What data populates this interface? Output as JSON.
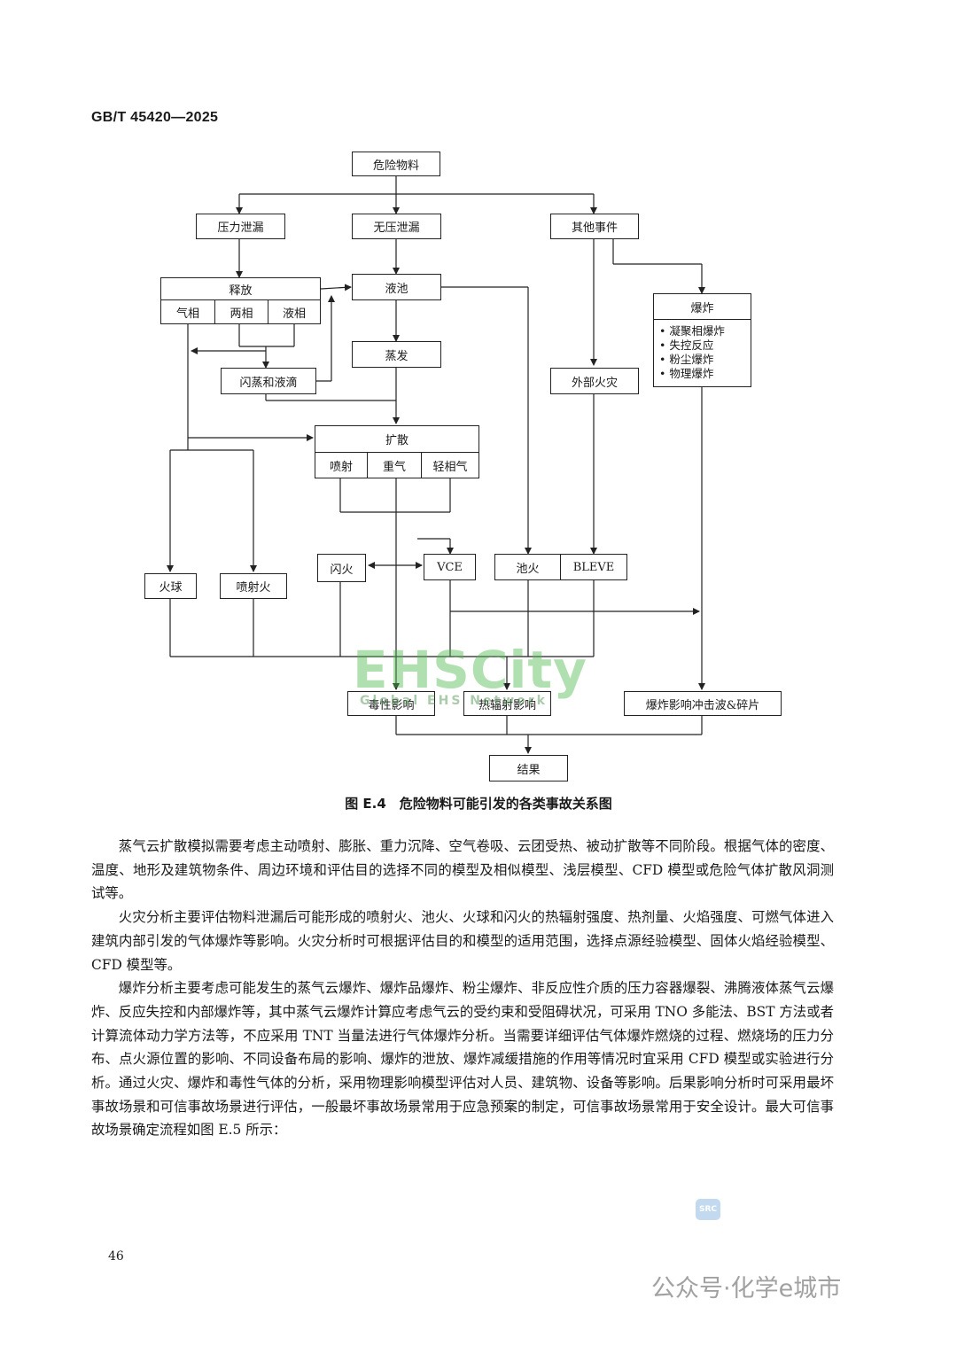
{
  "header": {
    "standard": "GB/T 45420—2025"
  },
  "flowchart": {
    "source": "危险物料",
    "pressure_leak": "压力泄漏",
    "nonpressure_leak": "无压泄漏",
    "other_events": "其他事件",
    "release": {
      "title": "释放",
      "cells": [
        "气相",
        "两相",
        "液相"
      ]
    },
    "pool": "液池",
    "evaporation": "蒸发",
    "flash": "闪蒸和液滴",
    "explosion": {
      "title": "爆炸",
      "items": [
        "凝聚相爆炸",
        "失控反应",
        "粉尘爆炸",
        "物理爆炸"
      ]
    },
    "external_fire": "外部火灾",
    "dispersion": {
      "title": "扩散",
      "cells": [
        "喷射",
        "重气",
        "轻相气"
      ]
    },
    "fireball": "火球",
    "jet_fire": "喷射火",
    "flash_fire": "闪火",
    "vce": "VCE",
    "pool_fire": "池火",
    "bleve": "BLEVE",
    "toxic": "毒性影响",
    "thermal": "热辐射影响",
    "blast": "爆炸影响冲击波&碎片",
    "result": "结果"
  },
  "caption": "图 E.4　危险物料可能引发的各类事故关系图",
  "paragraphs": [
    "蒸气云扩散模拟需要考虑主动喷射、膨胀、重力沉降、空气卷吸、云团受热、被动扩散等不同阶段。根据气体的密度、温度、地形及建筑物条件、周边环境和评估目的选择不同的模型及相似模型、浅层模型、CFD 模型或危险气体扩散风洞测试等。",
    "火灾分析主要评估物料泄漏后可能形成的喷射火、池火、火球和闪火的热辐射强度、热剂量、火焰强度、可燃气体进入建筑内部引发的气体爆炸等影响。火灾分析时可根据评估目的和模型的适用范围，选择点源经验模型、固体火焰经验模型、CFD 模型等。",
    "爆炸分析主要考虑可能发生的蒸气云爆炸、爆炸品爆炸、粉尘爆炸、非反应性介质的压力容器爆裂、沸腾液体蒸气云爆炸、反应失控和内部爆炸等，其中蒸气云爆炸计算应考虑气云的受约束和受阻碍状况，可采用 TNO 多能法、BST 方法或者计算流体动力学方法等，不应采用 TNT 当量法进行气体爆炸分析。当需要详细评估气体爆炸燃烧的过程、燃烧场的压力分布、点火源位置的影响、不同设备布局的影响、爆炸的泄放、爆炸减缓措施的作用等情况时宜采用 CFD 模型或实验进行分析。通过火灾、爆炸和毒性气体的分析，采用物理影响模型评估对人员、建筑物、设备等影响。后果影响分析时可采用最坏事故场景和可信事故场景进行评估，一般最坏事故场景常用于应急预案的制定，可信事故场景常用于安全设计。最大可信事故场景确定流程如图 E.5 所示："
  ],
  "page_number": "46",
  "watermarks": {
    "main": "EHSCity",
    "sub": "Global EHS Network",
    "corner": "公众号·化学e城市",
    "badge": "SRC"
  }
}
